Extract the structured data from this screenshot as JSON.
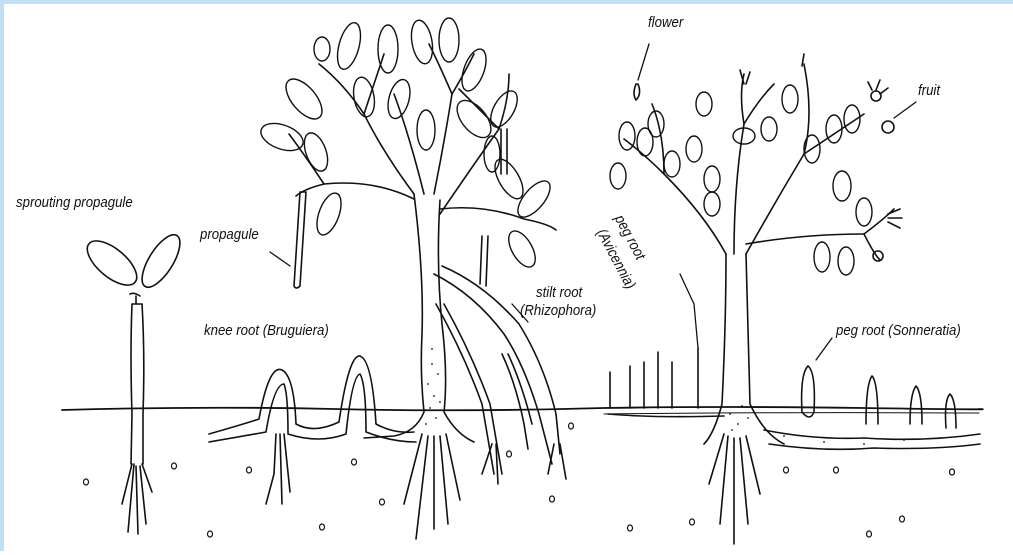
{
  "labels": {
    "sprouting_propagule": "sprouting propagule",
    "propagule": "propagule",
    "knee_root": "knee root (Bruguiera)",
    "stilt_root_1": "stilt root",
    "stilt_root_2": "(Rhizophora)",
    "flower": "flower",
    "fruit": "fruit",
    "peg_root_avicennia_1": "peg root",
    "peg_root_avicennia_2": "(Avicennia)",
    "peg_root_sonneratia": "peg root (Sonneratia)"
  },
  "colors": {
    "ink": "#111111",
    "frame": "#bfe0f4",
    "background": "#ffffff"
  }
}
